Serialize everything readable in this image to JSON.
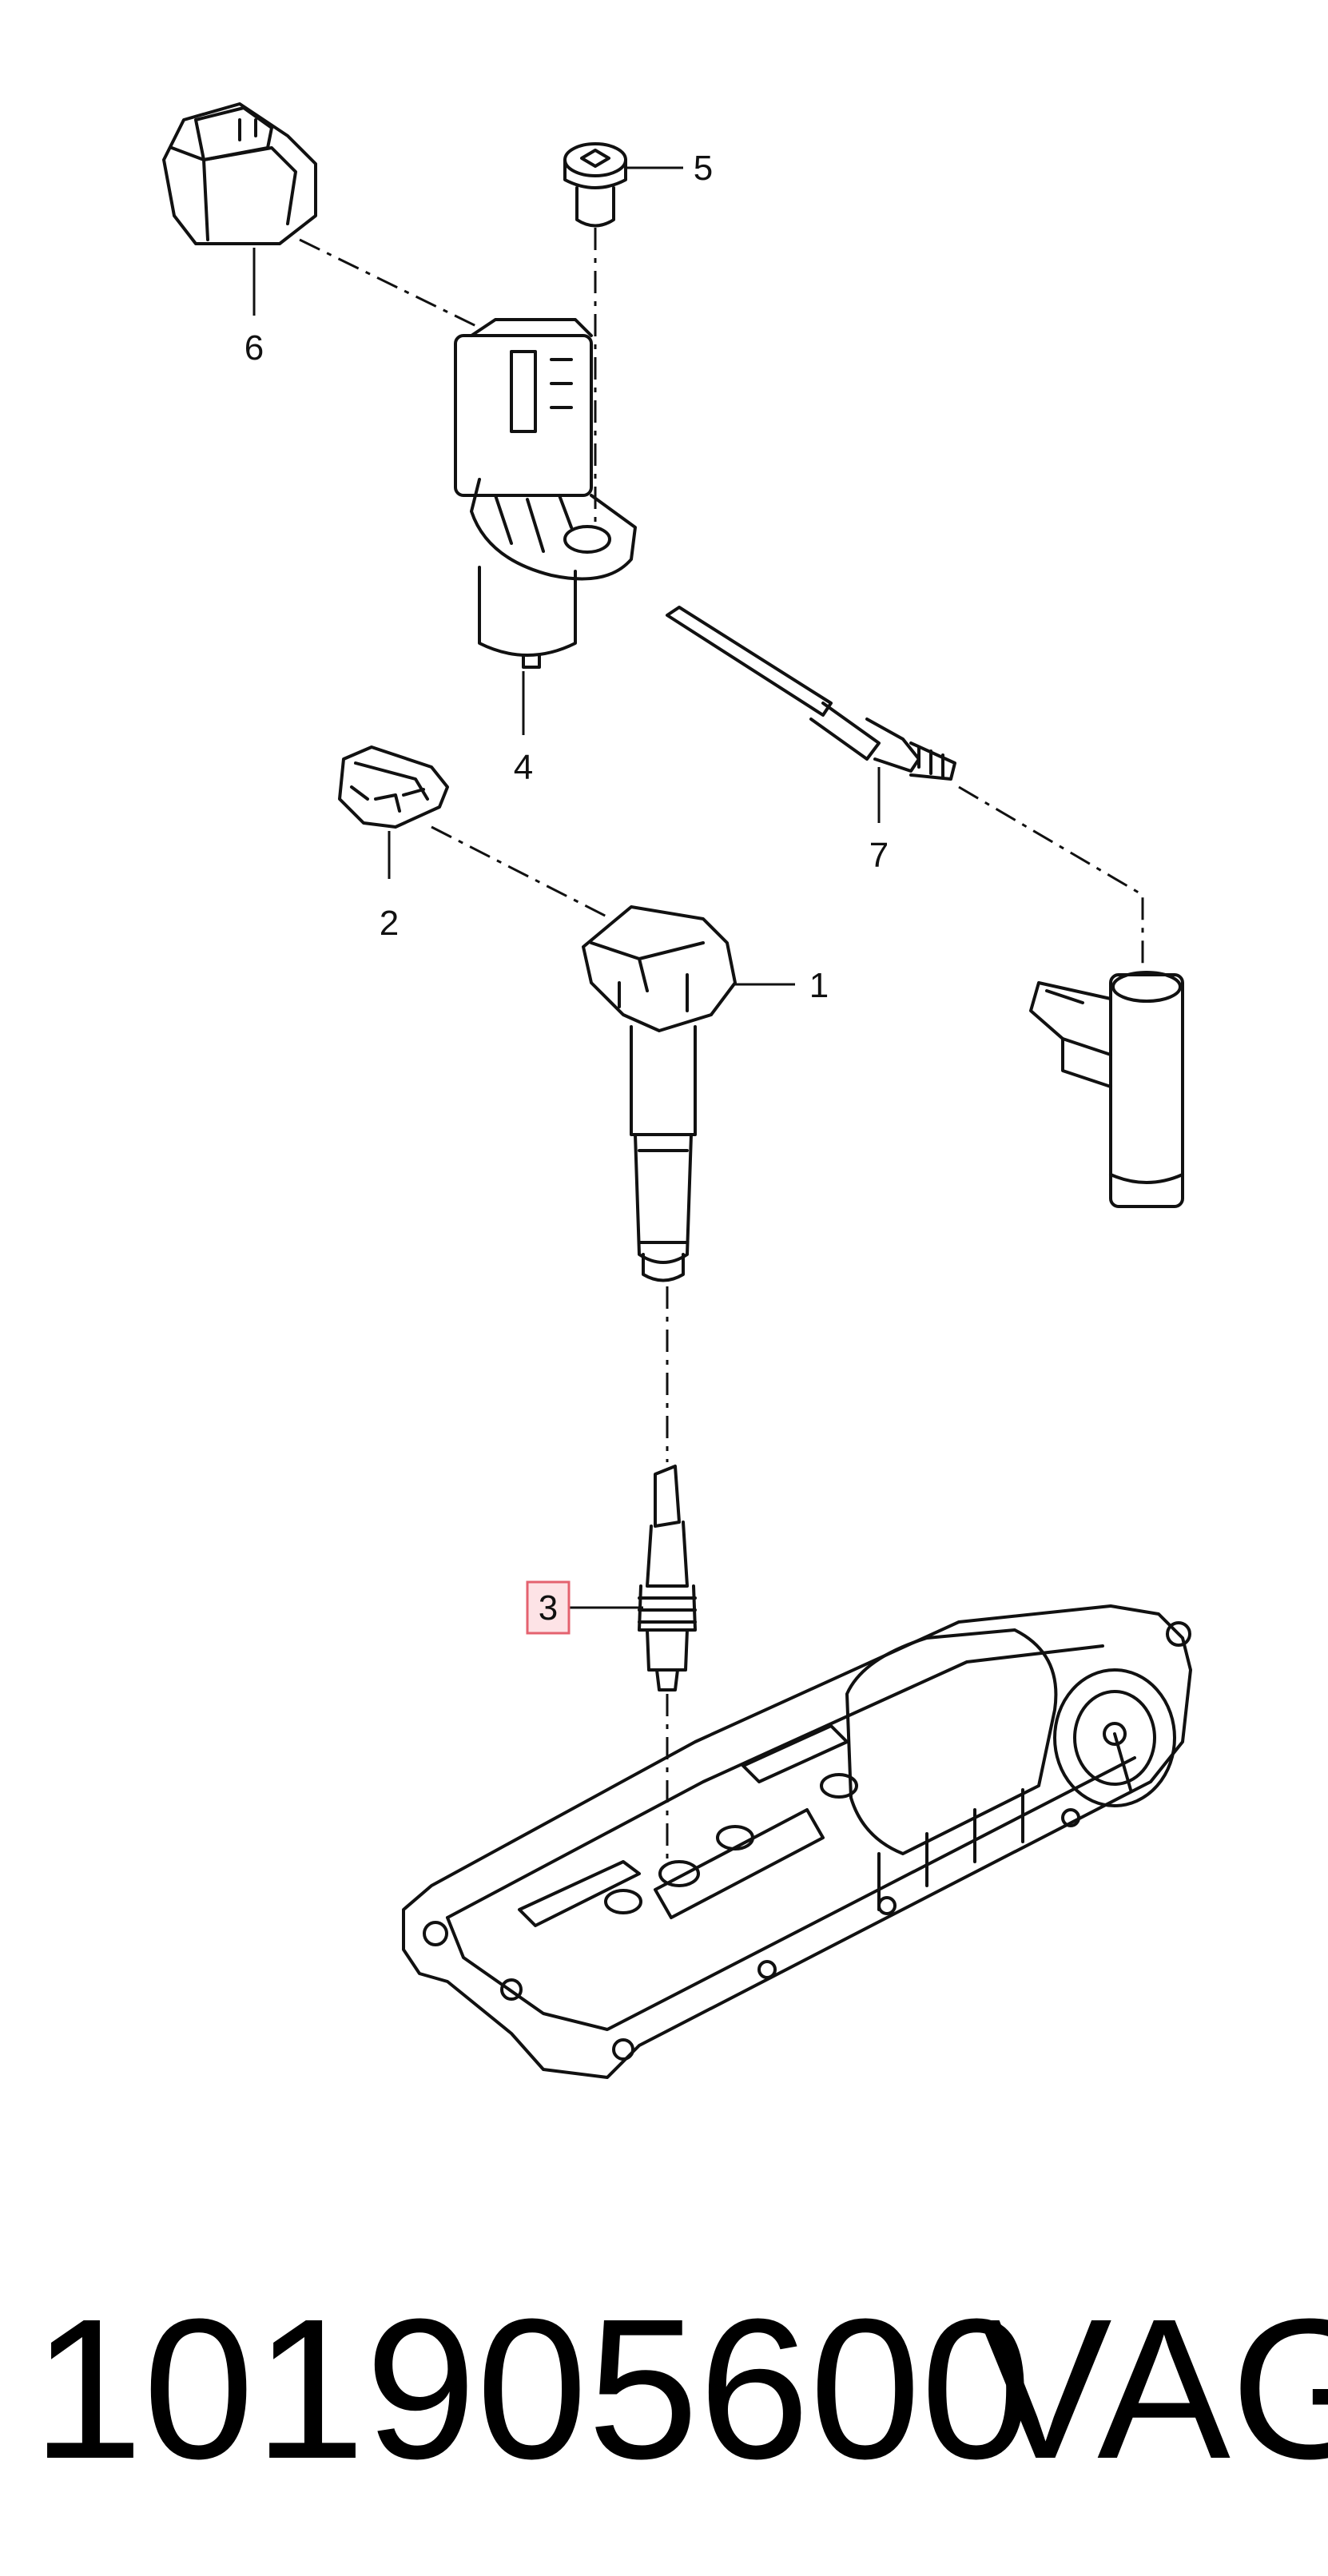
{
  "diagram": {
    "callouts": [
      {
        "id": "1",
        "label": "1"
      },
      {
        "id": "2",
        "label": "2"
      },
      {
        "id": "3",
        "label": "3",
        "highlighted": true
      },
      {
        "id": "4",
        "label": "4"
      },
      {
        "id": "5",
        "label": "5"
      },
      {
        "id": "6",
        "label": "6"
      },
      {
        "id": "7",
        "label": "7"
      }
    ],
    "highlight_color": "#e4626f",
    "highlight_fill": "#fde3e6",
    "line_color": "#111111"
  },
  "caption": {
    "part_number": "101905600",
    "brand": "VAG"
  }
}
